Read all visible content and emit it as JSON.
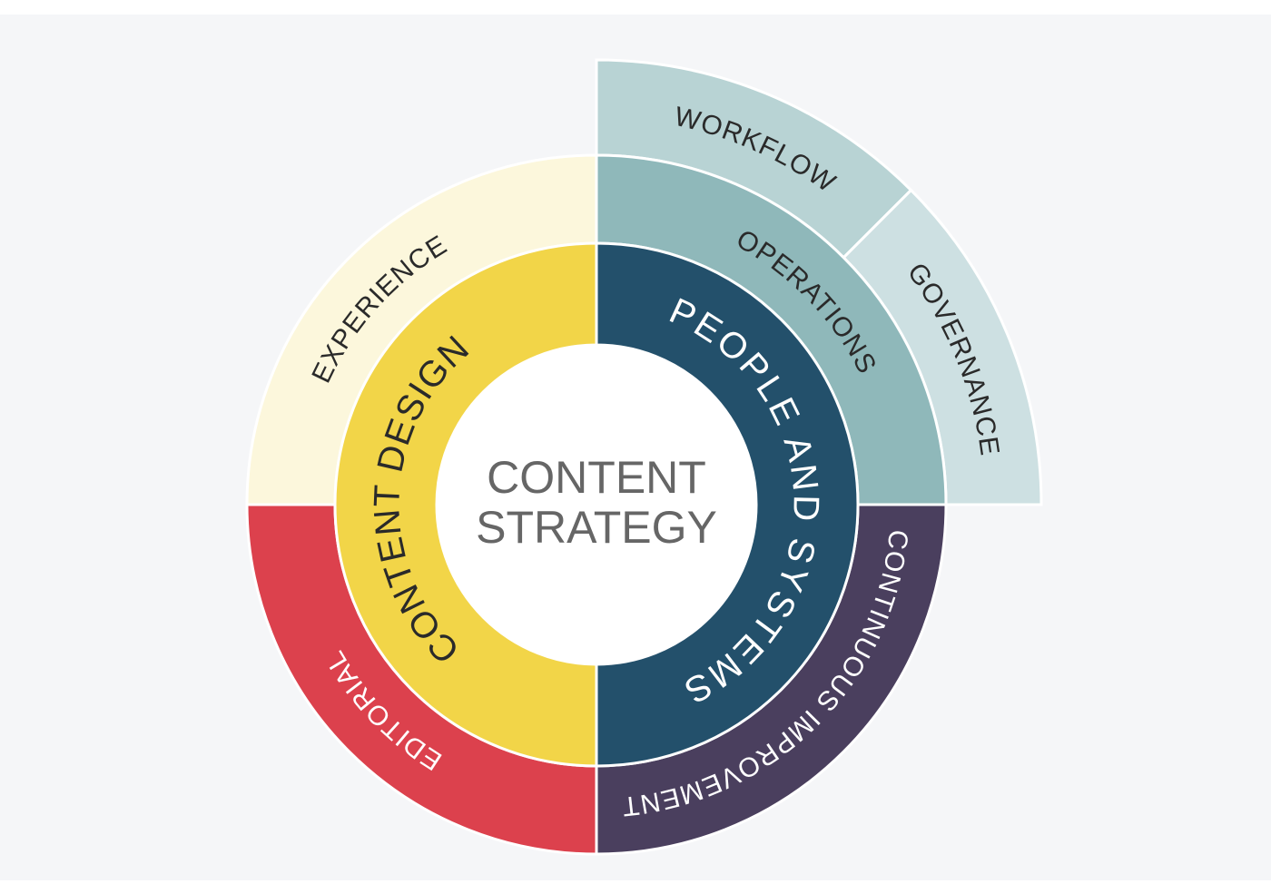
{
  "center": {
    "line1": "CONTENT",
    "line2": "STRATEGY",
    "color": "#666666"
  },
  "segments": [
    {
      "id": "experience",
      "label": "EXPERIENCE",
      "fill": "#fcf7dc",
      "text_color": "#2a2a2a"
    },
    {
      "id": "editorial",
      "label": "EDITORIAL",
      "fill": "#dc414d",
      "text_color": "#ffffff"
    },
    {
      "id": "content-design",
      "label": "CONTENT DESIGN",
      "fill": "#f2d548",
      "text_color": "#2a2a2a"
    },
    {
      "id": "people-and-systems",
      "label": "PEOPLE AND SYSTEMS",
      "fill": "#23506b",
      "text_color": "#ffffff"
    },
    {
      "id": "operations",
      "label": "OPERATIONS",
      "fill": "#8fb8ba",
      "text_color": "#2a2a2a"
    },
    {
      "id": "continuous-improvement",
      "label": "CONTINUOUS IMPROVEMENT",
      "fill": "#4a3f5e",
      "text_color": "#ffffff"
    },
    {
      "id": "workflow",
      "label": "WORKFLOW",
      "fill": "#b8d3d4",
      "text_color": "#2a2a2a"
    },
    {
      "id": "governance",
      "label": "GOVERNANCE",
      "fill": "#cde0e2",
      "text_color": "#2a2a2a"
    }
  ]
}
